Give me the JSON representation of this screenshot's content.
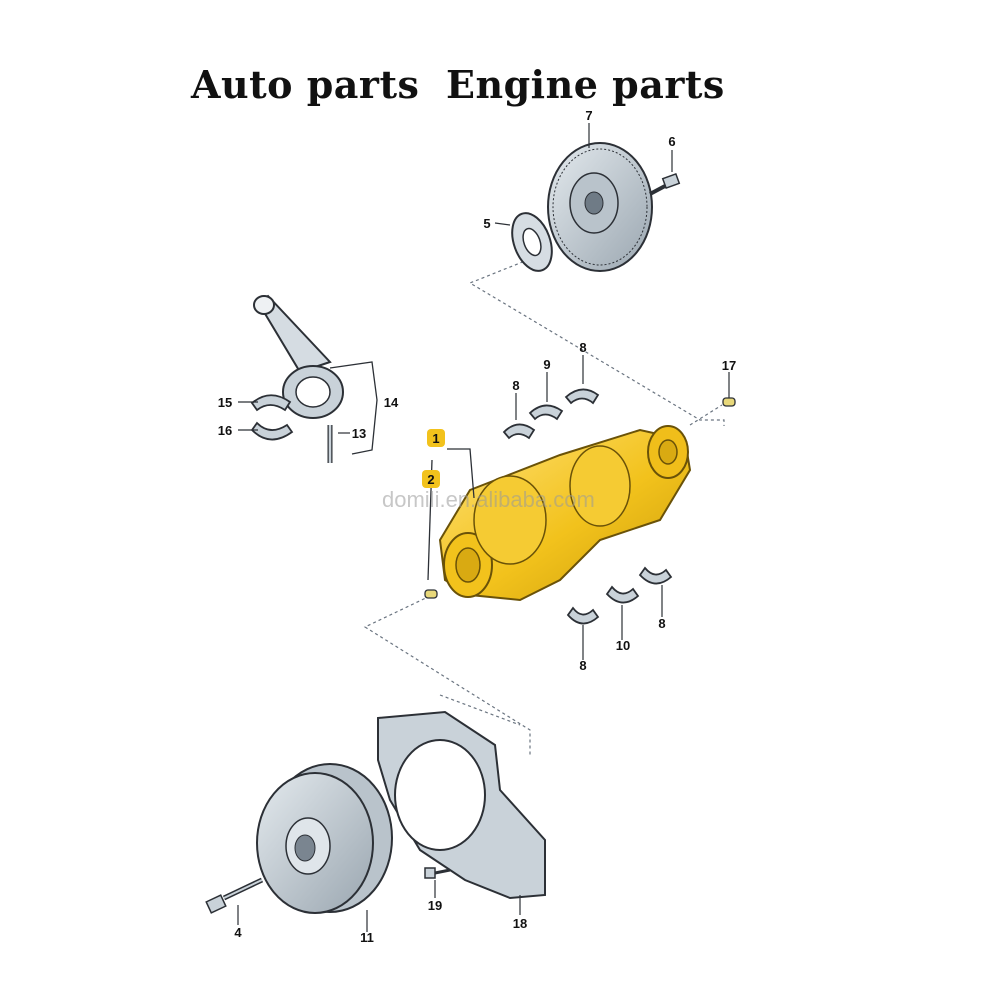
{
  "header": {
    "title_left": "Auto parts",
    "title_right": "Engine parts"
  },
  "watermark": "domili.en.alibaba.com",
  "callouts": {
    "c1": "1",
    "c2": "2",
    "c4": "4",
    "c5": "5",
    "c6": "6",
    "c7": "7",
    "c8a": "8",
    "c8b": "8",
    "c8c": "8",
    "c8d": "8",
    "c9": "9",
    "c10": "10",
    "c11": "11",
    "c13": "13",
    "c14": "14",
    "c15": "15",
    "c16": "16",
    "c17": "17",
    "c18": "18",
    "c19": "19"
  },
  "colors": {
    "part_fill": "#c9d2d9",
    "part_stroke": "#2c3036",
    "crank_fill": "#f2c21c",
    "crank_shade": "#c99b0b",
    "highlight_badge": "#f2c21c",
    "dashed_line": "#6a7480"
  }
}
